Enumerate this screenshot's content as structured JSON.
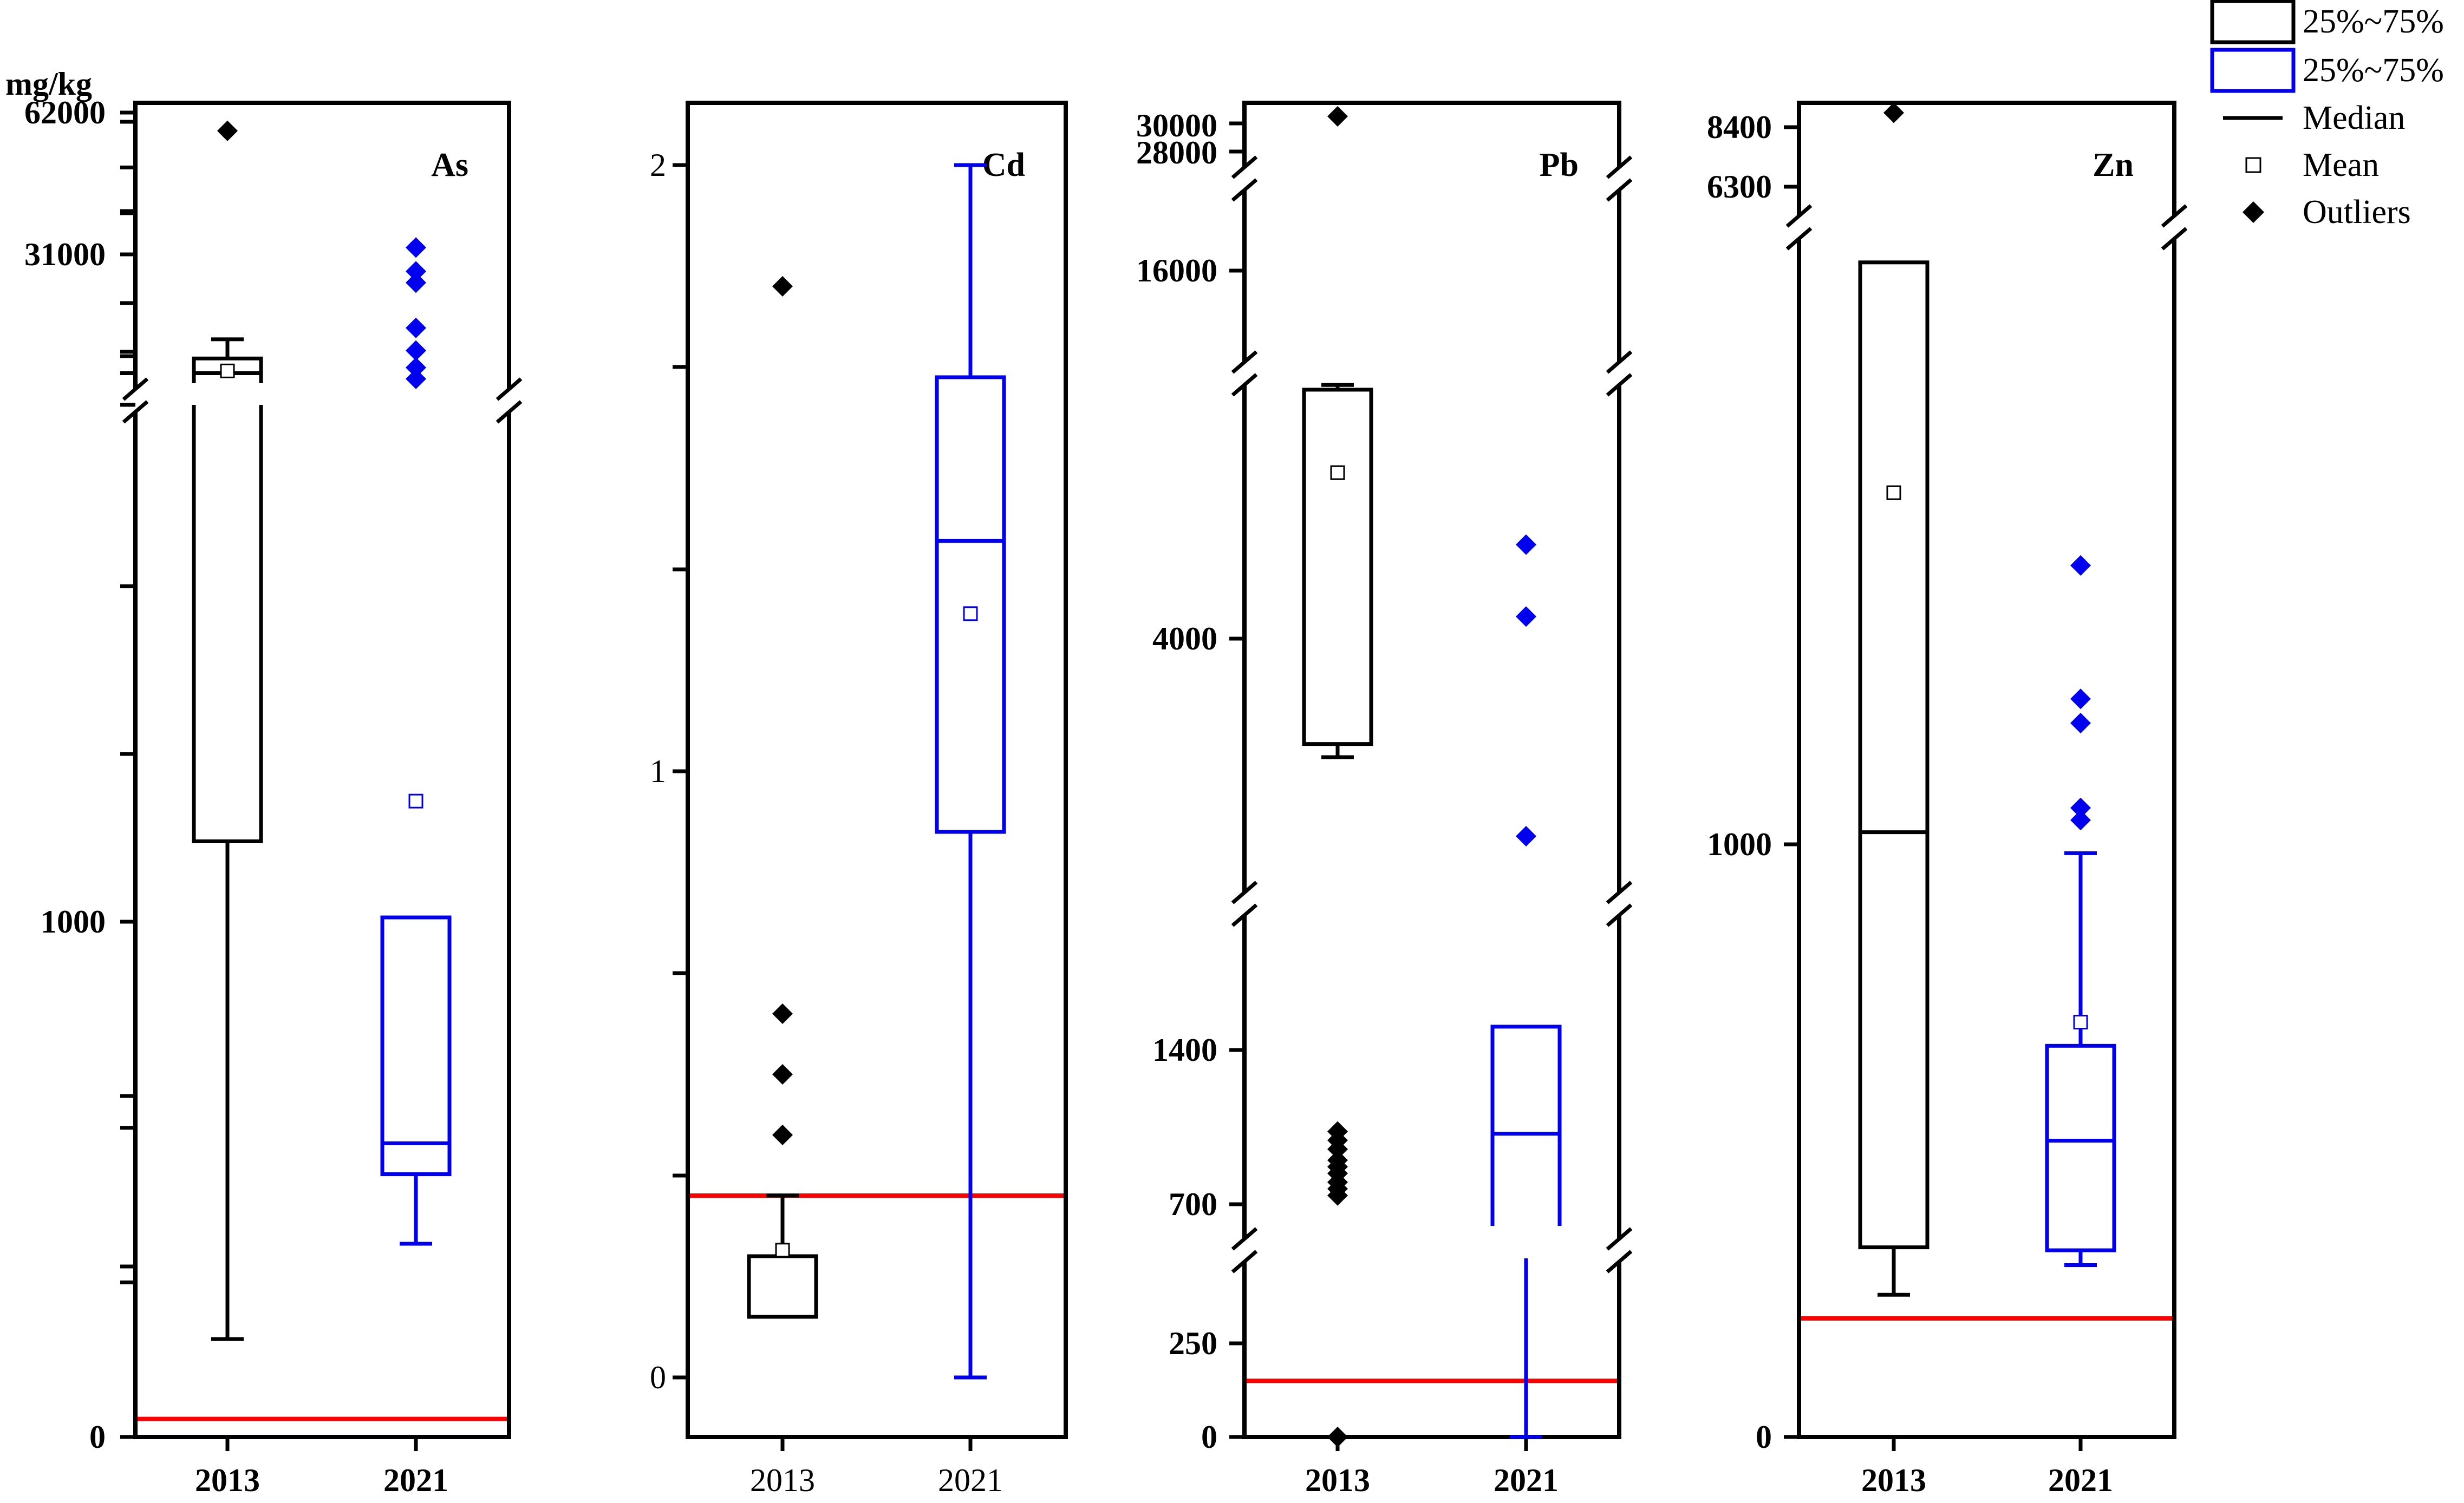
{
  "unit_label": "mg/kg",
  "colors": {
    "y2013": "#000000",
    "y2021": "#0000ee",
    "reference_line": "#ff0000",
    "axis": "#000000"
  },
  "legend": {
    "items": [
      {
        "symbol": "box",
        "color": "#000000",
        "label": "25%~75%"
      },
      {
        "symbol": "box",
        "color": "#0000ee",
        "label": "25%~75%"
      },
      {
        "symbol": "line",
        "color": "#000000",
        "label": "Median"
      },
      {
        "symbol": "open-square",
        "color": "#000000",
        "label": "Mean"
      },
      {
        "symbol": "diamond",
        "color": "#000000",
        "label": "Outliers"
      }
    ]
  },
  "chart_data": [
    {
      "type": "box",
      "element": "As",
      "categories": [
        "2013",
        "2021"
      ],
      "y_tick_labels": [
        "62000",
        "31000",
        "1000",
        "0"
      ],
      "tick_label_weight": "bold",
      "y_axis_break": "between 31000 and 1000",
      "reference_line": 35,
      "boxes": [
        {
          "year": "2013",
          "color": "#000000",
          "whisker_low": 190,
          "q1": 3800,
          "median": 20500,
          "q3": 21800,
          "whisker_high": 23500,
          "mean": 20700,
          "outliers": [
            58000
          ]
        },
        {
          "year": "2021",
          "color": "#0000ee",
          "whisker_low": 375,
          "q1": 510,
          "median": 570,
          "q3": 1150,
          "whisker_high": null,
          "mean": 5200,
          "outliers": [
            20000,
            21000,
            22500,
            24500,
            28500,
            29500,
            32500
          ]
        }
      ]
    },
    {
      "type": "box",
      "element": "Cd",
      "categories": [
        "2013",
        "2021"
      ],
      "y_tick_labels": [
        "2",
        "1",
        "0"
      ],
      "tick_label_weight": "normal",
      "ylim": [
        -0.1,
        2.1
      ],
      "reference_line": 0.3,
      "boxes": [
        {
          "year": "2013",
          "color": "#000000",
          "whisker_low": null,
          "q1": 0.1,
          "median": null,
          "q3": 0.2,
          "whisker_high": 0.3,
          "mean": 0.21,
          "outliers": [
            0.4,
            0.5,
            0.6,
            1.8
          ]
        },
        {
          "year": "2021",
          "color": "#0000ee",
          "whisker_low": 0.0,
          "q1": 0.9,
          "median": 1.38,
          "q3": 1.65,
          "whisker_high": 2.0,
          "mean": 1.26,
          "outliers": []
        }
      ]
    },
    {
      "type": "box",
      "element": "Pb",
      "categories": [
        "2013",
        "2021"
      ],
      "y_tick_labels": [
        "30000",
        "28000",
        "16000",
        "4000",
        "1400",
        "700",
        "250",
        "0"
      ],
      "tick_label_weight": "bold",
      "y_axis_break": "between 28000 and 16000; between 16000 and 4000; between 4000 and 1400; between 1400 and 700",
      "reference_line": 150,
      "boxes": [
        {
          "year": "2013",
          "color": "#000000",
          "whisker_low": 3100,
          "q1": 3200,
          "median": null,
          "q3": 8500,
          "whisker_high": 8800,
          "mean": 7000,
          "outliers": [
            0,
            740,
            770,
            800,
            840,
            870,
            900,
            950,
            990,
            1030,
            30500
          ]
        },
        {
          "year": "2021",
          "color": "#0000ee",
          "whisker_low": 0,
          "q1": 560,
          "median": 1020,
          "q3": 1520,
          "whisker_high": null,
          "mean": null,
          "outliers": [
            2500,
            4400,
            5700
          ]
        }
      ]
    },
    {
      "type": "box",
      "element": "Zn",
      "categories": [
        "2013",
        "2021"
      ],
      "y_tick_labels": [
        "8400",
        "6300",
        "1000",
        "0"
      ],
      "tick_label_weight": "bold",
      "y_axis_break": "between 6300 and 1000",
      "reference_line": 200,
      "boxes": [
        {
          "year": "2013",
          "color": "#000000",
          "whisker_low": 240,
          "q1": 320,
          "median": 1100,
          "q3": 5800,
          "whisker_high": null,
          "mean": 3900,
          "outliers": [
            8800
          ]
        },
        {
          "year": "2021",
          "color": "#0000ee",
          "whisker_low": 290,
          "q1": 315,
          "median": 500,
          "q3": 660,
          "whisker_high": 985,
          "mean": 700,
          "outliers": [
            1200,
            1300,
            2000,
            2200,
            3300
          ]
        }
      ]
    }
  ]
}
